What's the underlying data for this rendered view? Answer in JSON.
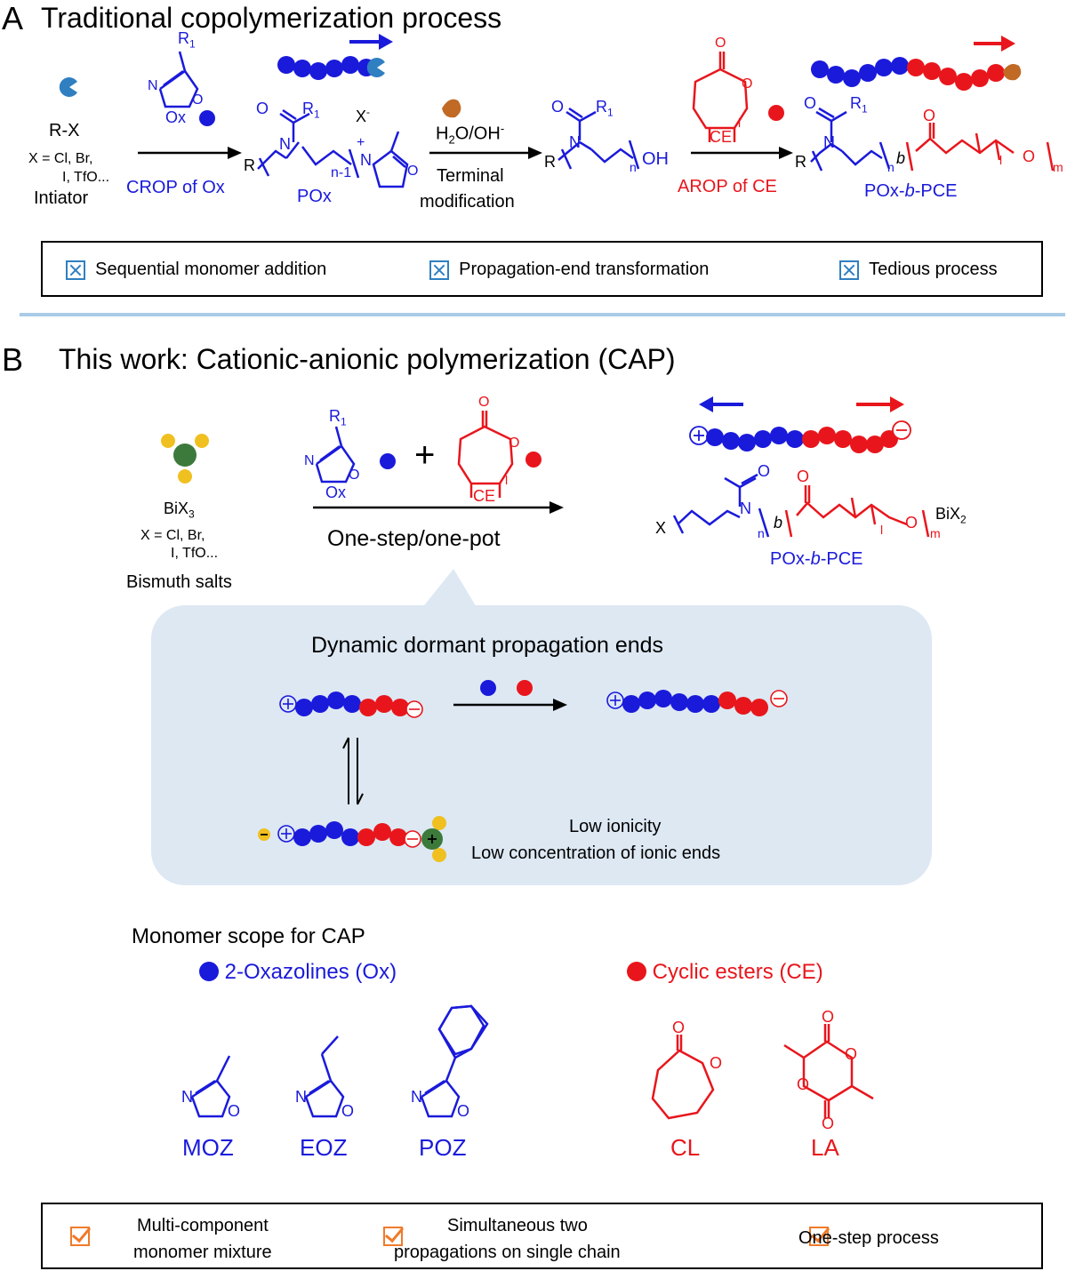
{
  "colors": {
    "ox": "#1a1adb",
    "ce": "#e8161c",
    "bubble": "#dde8f3",
    "divider": "#a9cbe8",
    "initiator": "#2f7fc1",
    "brown": "#c06a25",
    "bi_center": "#3c7a3c",
    "bi_outer": "#f0c020",
    "checkbox_x": "#2f7fc1",
    "checkbox_v": "#f07a2a"
  },
  "panel_a": {
    "letter": "A",
    "title": "Traditional copolymerization process",
    "initiator": {
      "rx": "R-X",
      "x_line1": "X = Cl, Br,",
      "x_line2": "I, TfO...",
      "label": "Intiator"
    },
    "ox_label": "Ox",
    "r1": "R",
    "r1_sub": "1",
    "crop_label": "CROP of Ox",
    "pox_label": "POx",
    "x_minus": "X",
    "x_minus_sup": "-",
    "n1": "n-1",
    "nplus": "N",
    "plus": "+",
    "h2o_label": "H",
    "h2o_sub": "2",
    "h2o_rest": "O/OH",
    "h2o_sup": "-",
    "terminal_line1": "Terminal",
    "terminal_line2": "modification",
    "oh": "OH",
    "n": "n",
    "ce_label": "CE",
    "arop_label": "AROP of CE",
    "product_label_pre": "POx-",
    "product_label_b": "b",
    "product_label_post": "-PCE",
    "l": "l",
    "m": "m",
    "b": "b",
    "o_atom": "O",
    "n_atom": "N",
    "r_atom": "R",
    "drawbacks": [
      {
        "label": "Sequential monomer addition"
      },
      {
        "label": "Propagation-end transformation"
      },
      {
        "label": "Tedious process"
      }
    ]
  },
  "panel_b": {
    "letter": "B",
    "title": "This work: Cationic-anionic polymerization (CAP)",
    "bi_label": "BiX",
    "bi_sub": "3",
    "bi_x_line1": "X = Cl, Br,",
    "bi_x_line2": "I, TfO...",
    "bi_caption": "Bismuth salts",
    "ox_label": "Ox",
    "ce_label": "CE",
    "plus": "+",
    "process_label": "One-step/one-pot",
    "product_x": "X",
    "product_bix": "BiX",
    "product_bix_sub": "2",
    "product_label_pre": "POx-",
    "product_label_b": "b",
    "product_label_post": "-PCE",
    "bubble_title": "Dynamic dormant propagation ends",
    "low_ionicity": "Low ionicity",
    "low_concentration": "Low concentration of ionic ends",
    "scope_title": "Monomer scope for CAP",
    "ox_family": "2-Oxazolines (Ox)",
    "ce_family": "Cyclic esters (CE)",
    "ox_monomers": [
      "MOZ",
      "EOZ",
      "POZ"
    ],
    "ce_monomers": [
      "CL",
      "LA"
    ],
    "advantages": [
      {
        "line1": "Multi-component",
        "line2": "monomer mixture"
      },
      {
        "line1": "Simultaneous two",
        "line2": "propagations on single chain"
      },
      {
        "line1": "One-step process",
        "line2": ""
      }
    ]
  }
}
